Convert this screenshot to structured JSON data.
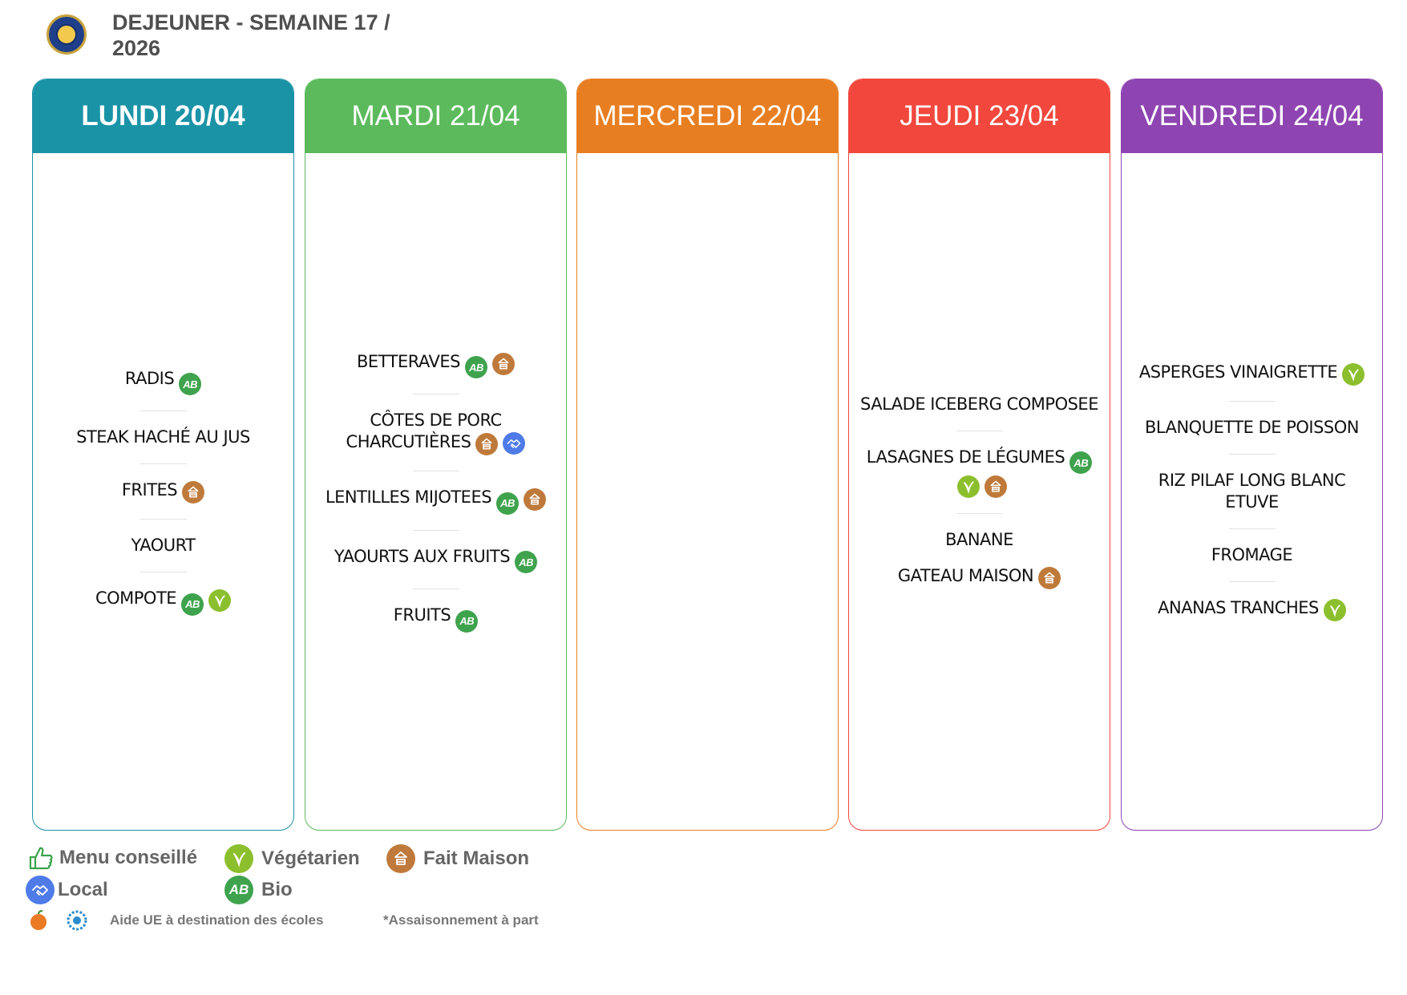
{
  "header": {
    "title": "DEJEUNER - SEMAINE 17 / 2026"
  },
  "colors": {
    "lundi": "#1b93a7",
    "mardi": "#5cba5c",
    "mercredi": "#e87e22",
    "jeudi": "#f2473d",
    "vendredi": "#8e45b1",
    "bio": "#3fa34d",
    "vegetarien": "#8cbf2e",
    "fait_maison": "#bf7a3b",
    "local": "#4f7be8"
  },
  "days": [
    {
      "label": "LUNDI 20/04",
      "dishes": [
        {
          "name": "RADIS",
          "icons": [
            "bio"
          ]
        },
        {
          "name": "STEAK HACHÉ AU JUS",
          "icons": []
        },
        {
          "name": "FRITES",
          "icons": [
            "fait_maison"
          ]
        },
        {
          "name": "YAOURT",
          "icons": []
        },
        {
          "name": "COMPOTE",
          "icons": [
            "bio",
            "vegetarien"
          ]
        }
      ]
    },
    {
      "label": "MARDI 21/04",
      "dishes": [
        {
          "name": "BETTERAVES",
          "icons": [
            "bio",
            "fait_maison"
          ]
        },
        {
          "name": "CÔTES DE PORC CHARCUTIÈRES",
          "icons": [
            "fait_maison",
            "local"
          ]
        },
        {
          "name": "LENTILLES MIJOTEES",
          "icons": [
            "bio",
            "fait_maison"
          ]
        },
        {
          "name": "YAOURTS AUX FRUITS",
          "icons": [
            "bio"
          ]
        },
        {
          "name": "FRUITS",
          "icons": [
            "bio"
          ]
        }
      ]
    },
    {
      "label": "MERCREDI 22/04",
      "dishes": []
    },
    {
      "label": "JEUDI 23/04",
      "dishes": [
        {
          "name": "SALADE ICEBERG COMPOSEE",
          "icons": []
        },
        {
          "name": "LASAGNES DE LÉGUMES",
          "icons": [
            "bio",
            "vegetarien",
            "fait_maison"
          ]
        },
        {
          "name": "BANANE",
          "icons": []
        },
        {
          "name": "GATEAU MAISON",
          "icons": [
            "fait_maison"
          ]
        }
      ]
    },
    {
      "label": "VENDREDI 24/04",
      "dishes": [
        {
          "name": "ASPERGES VINAIGRETTE",
          "icons": [
            "vegetarien"
          ]
        },
        {
          "name": "BLANQUETTE DE POISSON",
          "icons": []
        },
        {
          "name": "RIZ PILAF LONG BLANC ETUVE",
          "icons": []
        },
        {
          "name": "FROMAGE",
          "icons": []
        },
        {
          "name": "ANANAS TRANCHES",
          "icons": [
            "vegetarien"
          ]
        }
      ]
    }
  ],
  "legend": {
    "menu_conseille": "Menu conseillé",
    "vegetarien": "Végétarien",
    "fait_maison": "Fait Maison",
    "local": "Local",
    "bio": "Bio",
    "bio_icon_text": "AB"
  },
  "footer": {
    "aide_ue": "Aide UE à destination des écoles",
    "assaisonnement": "*Assaisonnement à part"
  }
}
